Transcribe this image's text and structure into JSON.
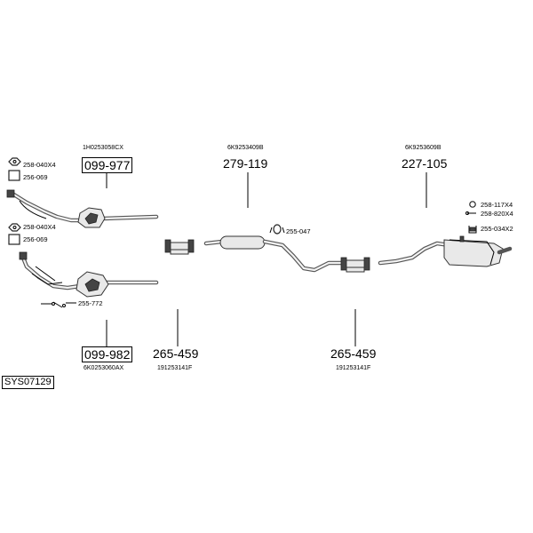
{
  "diagram_id": "SYS07129",
  "groups": [
    {
      "part_number": "099-977",
      "oe_number": "1H0253058CX",
      "boxed": true
    },
    {
      "part_number": "099-982",
      "oe_number": "6K0253060AX",
      "boxed": true
    },
    {
      "part_number": "279-119",
      "oe_number": "6K9253409B",
      "boxed": false
    },
    {
      "part_number": "227-105",
      "oe_number": "6K9253609B",
      "boxed": false
    },
    {
      "part_number": "265-459",
      "oe_number": "191253141F",
      "boxed": false
    },
    {
      "part_number": "265-459",
      "oe_number": "191253141F",
      "boxed": false
    }
  ],
  "accessories": {
    "nut_a": "258-040X4",
    "gasket_a": "256-069",
    "nut_b": "258-040X4",
    "gasket_b": "256-069",
    "bolts_front": "255-772",
    "hanger_mid": "255-047",
    "ring_rear": "258-117X4",
    "bolt_rear": "258-820X4",
    "hanger_rear": "255-034X2"
  }
}
